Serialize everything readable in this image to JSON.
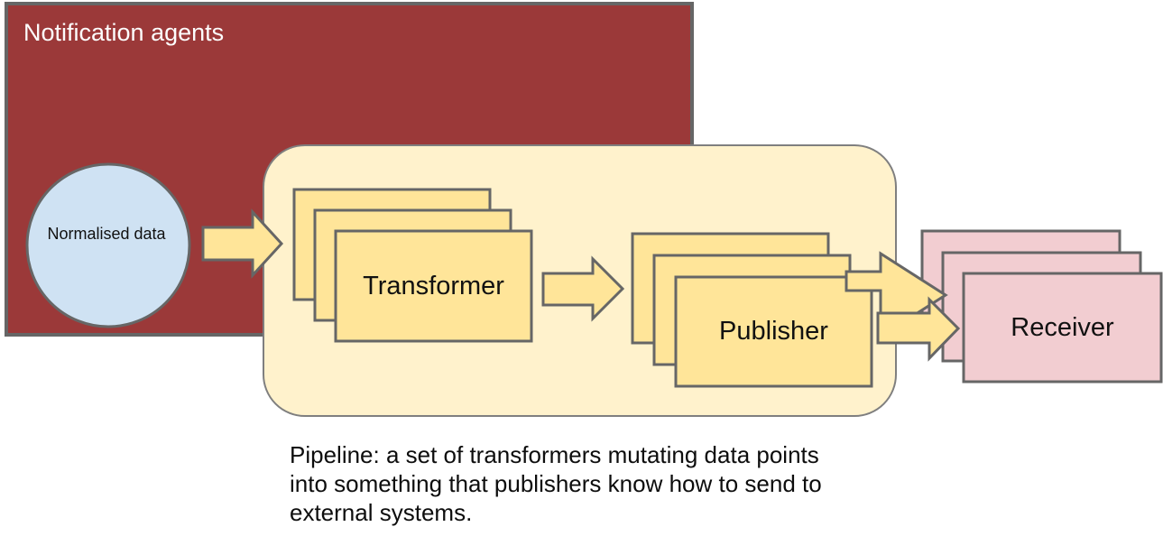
{
  "colors": {
    "notification_agents_fill": "#9b3939",
    "pipeline_fill": "#fff2cc",
    "card_fill": "#ffe599",
    "arrow_fill": "#ffe599",
    "receiver_fill": "#f2cdd1",
    "normalised_data_fill": "#cfe2f3",
    "shape_border": "#666666",
    "title_text": "#fdfdfd",
    "body_text": "#111111"
  },
  "notification_agents": {
    "label": "Notification agents"
  },
  "normalised_data": {
    "label": "Normalised data"
  },
  "pipeline": {
    "transformer_label": "Transformer",
    "publisher_label": "Publisher"
  },
  "receiver": {
    "label": "Receiver"
  },
  "caption": {
    "lines": [
      "Pipeline: a set of transformers mutating data points",
      "into something that publishers know how to send to",
      "external systems."
    ]
  }
}
